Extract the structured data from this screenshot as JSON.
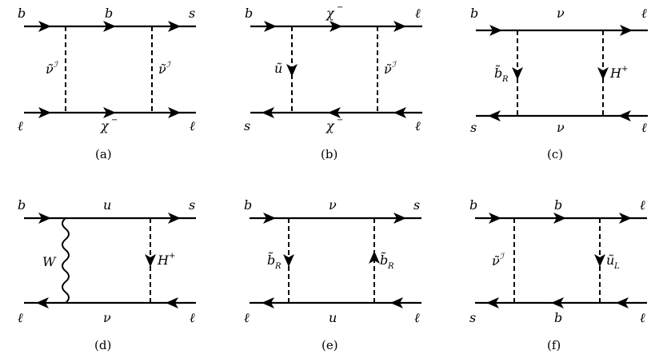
{
  "diagrams": [
    {
      "caption": "(a)",
      "top_left": "b",
      "top_mid": "b",
      "top_right": "s",
      "bot_left": "ℓ",
      "bot_mid": "χ",
      "bot_mid_sup": "−",
      "bot_right": "ℓ",
      "left_prop": "ν̃",
      "left_prop_sup": "ℐ",
      "right_prop": "ν̃",
      "right_prop_sup": "ℐ"
    },
    {
      "caption": "(b)",
      "top_left": "b",
      "top_mid": "χ",
      "top_mid_sup": "−",
      "top_right": "ℓ",
      "bot_left": "s",
      "bot_mid": "χ",
      "bot_mid_sup": "−",
      "bot_right": "ℓ",
      "left_prop": "ũ",
      "right_prop": "ν̃",
      "right_prop_sup": "ℐ"
    },
    {
      "caption": "(c)",
      "top_left": "b",
      "top_mid": "ν",
      "top_right": "ℓ",
      "bot_left": "s",
      "bot_mid": "ν",
      "bot_right": "ℓ",
      "left_prop": "b̃",
      "left_prop_sub": "R",
      "right_prop": "H",
      "right_prop_sup": "+"
    },
    {
      "caption": "(d)",
      "top_left": "b",
      "top_mid": "u",
      "top_right": "s",
      "bot_left": "ℓ",
      "bot_mid": "ν",
      "bot_right": "ℓ",
      "left_prop": "W",
      "right_prop": "H",
      "right_prop_sup": "+"
    },
    {
      "caption": "(e)",
      "top_left": "b",
      "top_mid": "ν",
      "top_right": "s",
      "bot_left": "ℓ",
      "bot_mid": "u",
      "bot_right": "ℓ",
      "left_prop": "b̃",
      "left_prop_sub": "R",
      "right_prop": "b̃",
      "right_prop_sub": "R"
    },
    {
      "caption": "(f)",
      "top_left": "b",
      "top_mid": "b",
      "top_right": "ℓ",
      "bot_left": "s",
      "bot_mid": "b",
      "bot_right": "ℓ",
      "left_prop": "ν̃",
      "left_prop_sup": "ℐ",
      "right_prop": "ũ",
      "right_prop_sub": "L"
    }
  ]
}
